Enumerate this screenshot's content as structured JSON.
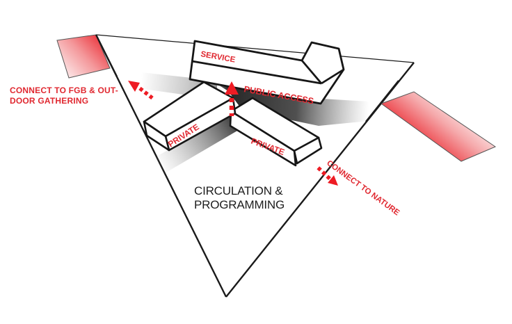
{
  "diagram": {
    "type": "architectural-concept-diagram",
    "labels": {
      "service": "SERVICE",
      "public_access": "PUBLIC ACCESS",
      "private_left": "PRIVATE",
      "private_right": "PRIVATE",
      "circulation_line1": "CIRCULATION &",
      "circulation_line2": "PROGRAMMING",
      "connect_fgb_line1": "CONNECT TO FGB & OUT-",
      "connect_fgb_line2": "DOOR GATHERING",
      "connect_nature": "CONNECT TO NATURE"
    },
    "colors": {
      "label_red": "#e02830",
      "arrow_red": "#ee1c24",
      "patch_red": "#ec3940",
      "ink": "#1d1d1d",
      "line_black": "#161616"
    },
    "icons": {
      "arrow_fgb": "dashed-arrow-up-left-icon",
      "arrow_public": "dashed-arrow-up-icon",
      "arrow_nature": "dashed-arrow-down-right-icon"
    },
    "zones": {
      "site": "triangular site boundary",
      "buildings": [
        "service bar (L-shaped)",
        "private bar left",
        "private bar right"
      ],
      "highlights": [
        "red gradient patch top-left",
        "red gradient patch right"
      ]
    }
  }
}
